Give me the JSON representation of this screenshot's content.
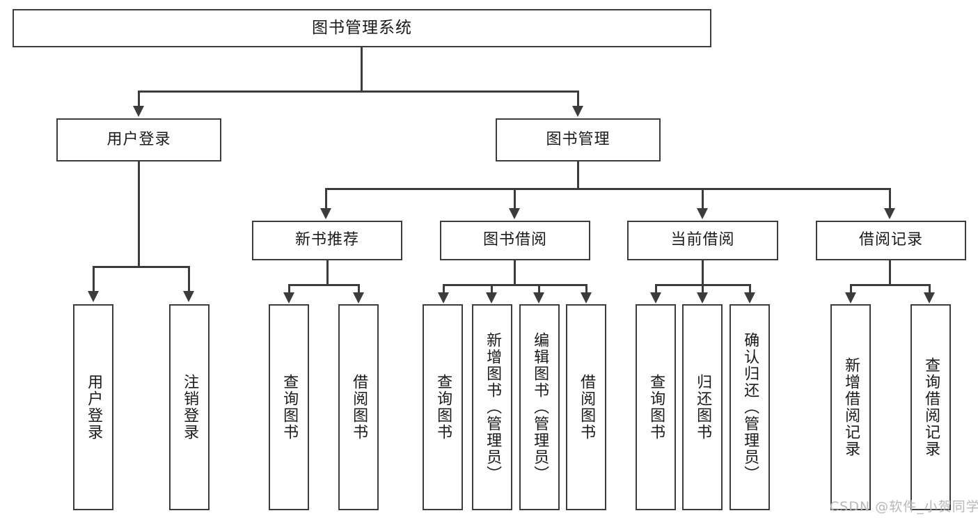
{
  "diagram": {
    "title": "图书管理系统",
    "type": "tree-hierarchy-chart",
    "root": {
      "label": "图书管理系统"
    },
    "level2": [
      {
        "label": "用户登录"
      },
      {
        "label": "图书管理"
      }
    ],
    "level3": [
      {
        "label": "新书推荐"
      },
      {
        "label": "图书借阅"
      },
      {
        "label": "当前借阅"
      },
      {
        "label": "借阅记录"
      }
    ],
    "leaves": {
      "user_login": [
        {
          "label": "用户登录"
        },
        {
          "label": "注销登录"
        }
      ],
      "new_book_recommend": [
        {
          "label": "查询图书"
        },
        {
          "label": "借阅图书"
        }
      ],
      "book_borrow": [
        {
          "label": "查询图书"
        },
        {
          "label": "新增图书（管理员）"
        },
        {
          "label": "编辑图书（管理员）"
        },
        {
          "label": "借阅图书"
        }
      ],
      "current_borrow": [
        {
          "label": "查询图书"
        },
        {
          "label": "归还图书"
        },
        {
          "label": "确认归还（管理员）"
        }
      ],
      "borrow_record": [
        {
          "label": "新增借阅记录"
        },
        {
          "label": "查询借阅记录"
        }
      ]
    }
  },
  "watermark": {
    "text": "CSDN @软件_小贺同学"
  },
  "colors": {
    "background": "#ffffff",
    "stroke": "#3c3c3c",
    "text": "#1a1a1a",
    "watermark": "#b8b8b8"
  }
}
